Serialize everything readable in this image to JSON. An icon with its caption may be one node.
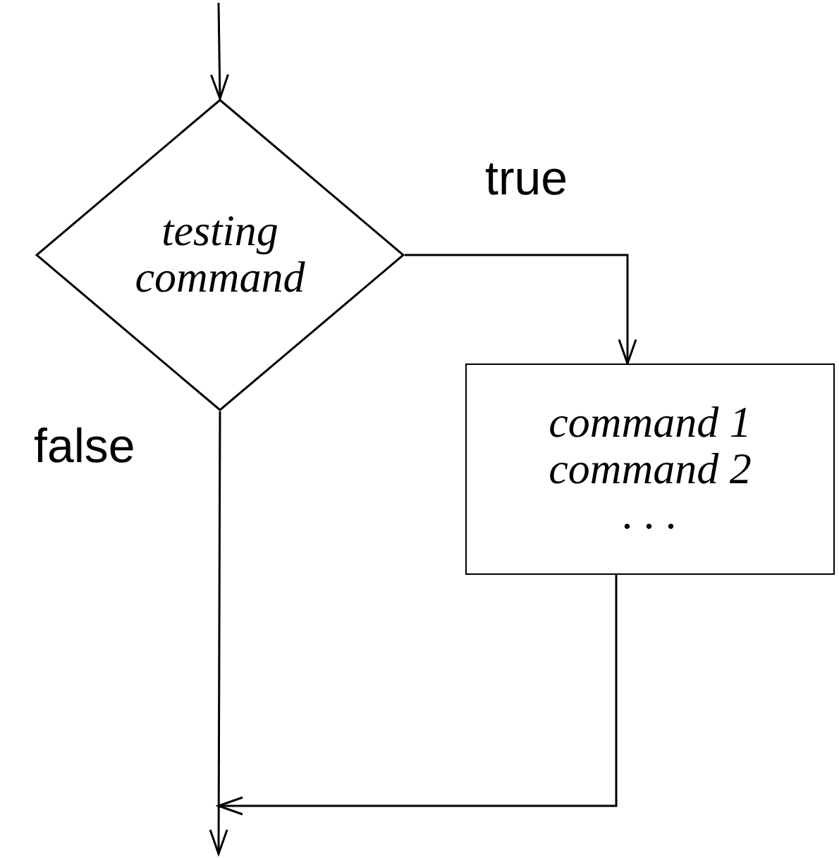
{
  "diagram": {
    "nodes": [
      {
        "text": [
          "testing command"
        ]
      },
      {
        "text": [
          "command 1",
          "command 2",
          ". . ."
        ]
      }
    ],
    "edges": [
      {
        "from": null,
        "to": 0,
        "arrow": "to"
      },
      {
        "from": 0,
        "to": 1,
        "arrow": "to",
        "label": "true"
      },
      {
        "from": 0,
        "to": null,
        "arrow": "to",
        "label": "false"
      },
      {
        "from": 1,
        "to": null,
        "arrow": "to"
      }
    ]
  }
}
